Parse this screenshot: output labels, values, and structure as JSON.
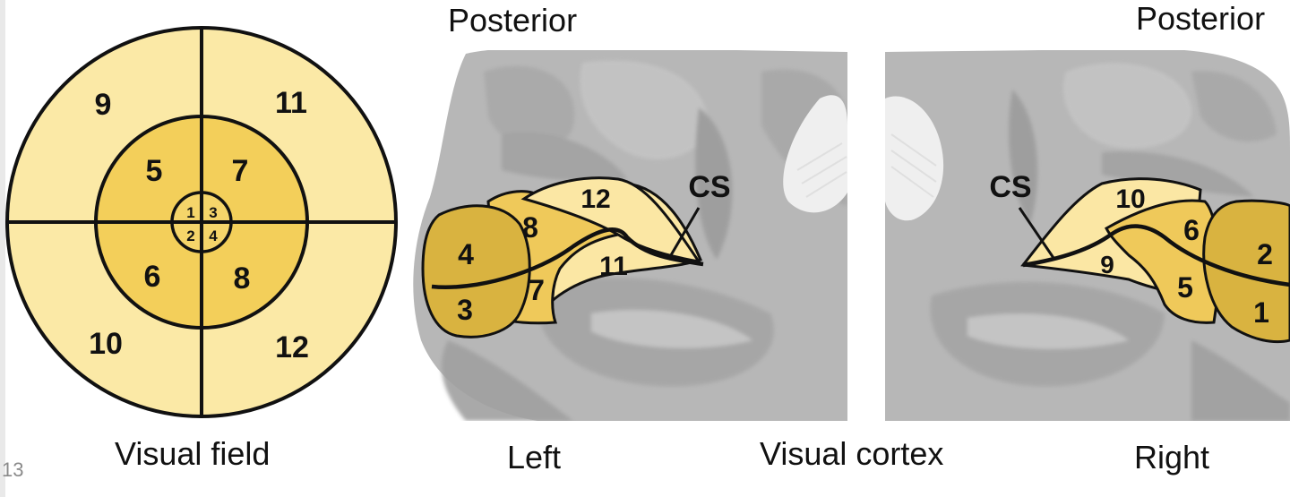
{
  "captions": {
    "posterior_left": "Posterior",
    "posterior_right": "Posterior",
    "visual_field": "Visual field",
    "left": "Left",
    "visual_cortex": "Visual cortex",
    "right": "Right"
  },
  "slide_number": "13",
  "visual_field_regions": {
    "inner": [
      "1",
      "2",
      "3",
      "4"
    ],
    "middle": [
      "5",
      "6",
      "7",
      "8"
    ],
    "outer": [
      "9",
      "10",
      "11",
      "12"
    ]
  },
  "left_cortex_regions": [
    "4",
    "3",
    "8",
    "7",
    "12",
    "11"
  ],
  "right_cortex_regions": [
    "2",
    "1",
    "6",
    "5",
    "10",
    "9"
  ],
  "sulcus_label": "CS",
  "colors": {
    "outer_ring": "#fbe9a6",
    "middle_ring": "#f3cf5a",
    "center": "#f2cb52",
    "cortex_dark": "#d9b340",
    "cortex_mid": "#efc95a",
    "cortex_light": "#fbe7a4",
    "brain_gray": "#b7b7b7"
  }
}
